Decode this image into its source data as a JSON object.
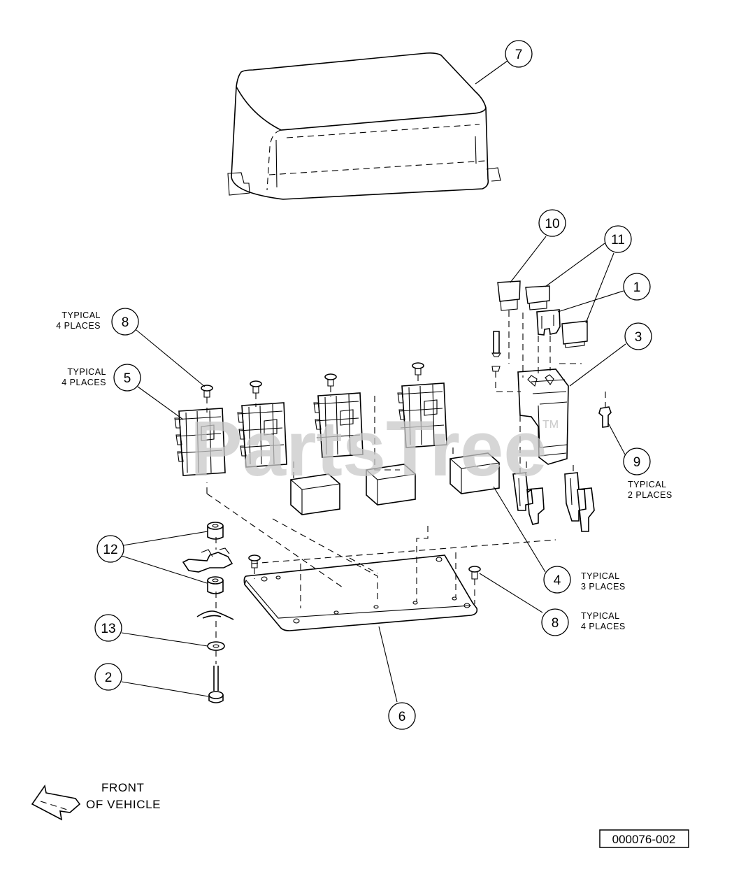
{
  "diagram": {
    "callouts": [
      {
        "id": "c7",
        "label": "7"
      },
      {
        "id": "c10",
        "label": "10"
      },
      {
        "id": "c11",
        "label": "11"
      },
      {
        "id": "c1",
        "label": "1"
      },
      {
        "id": "c3",
        "label": "3"
      },
      {
        "id": "c8a",
        "label": "8"
      },
      {
        "id": "c5",
        "label": "5"
      },
      {
        "id": "c9",
        "label": "9"
      },
      {
        "id": "c12",
        "label": "12"
      },
      {
        "id": "c4",
        "label": "4"
      },
      {
        "id": "c8b",
        "label": "8"
      },
      {
        "id": "c13",
        "label": "13"
      },
      {
        "id": "c2",
        "label": "2"
      },
      {
        "id": "c6",
        "label": "6"
      }
    ],
    "notes": {
      "item8_top": [
        "TYPICAL",
        "4 PLACES"
      ],
      "item5": [
        "TYPICAL",
        "4 PLACES"
      ],
      "item9": [
        "TYPICAL",
        "2 PLACES"
      ],
      "item4": [
        "TYPICAL",
        "3  PLACES"
      ],
      "item8_bottom": [
        "TYPICAL",
        "4 PLACES"
      ]
    },
    "front_of_vehicle": [
      "FRONT",
      "OF VEHICLE"
    ],
    "reference_number": "000076-002",
    "watermark": {
      "text": "PartsTree",
      "tm": "TM"
    },
    "icons": {
      "direction_arrow": "front-direction-arrow-icon"
    }
  }
}
